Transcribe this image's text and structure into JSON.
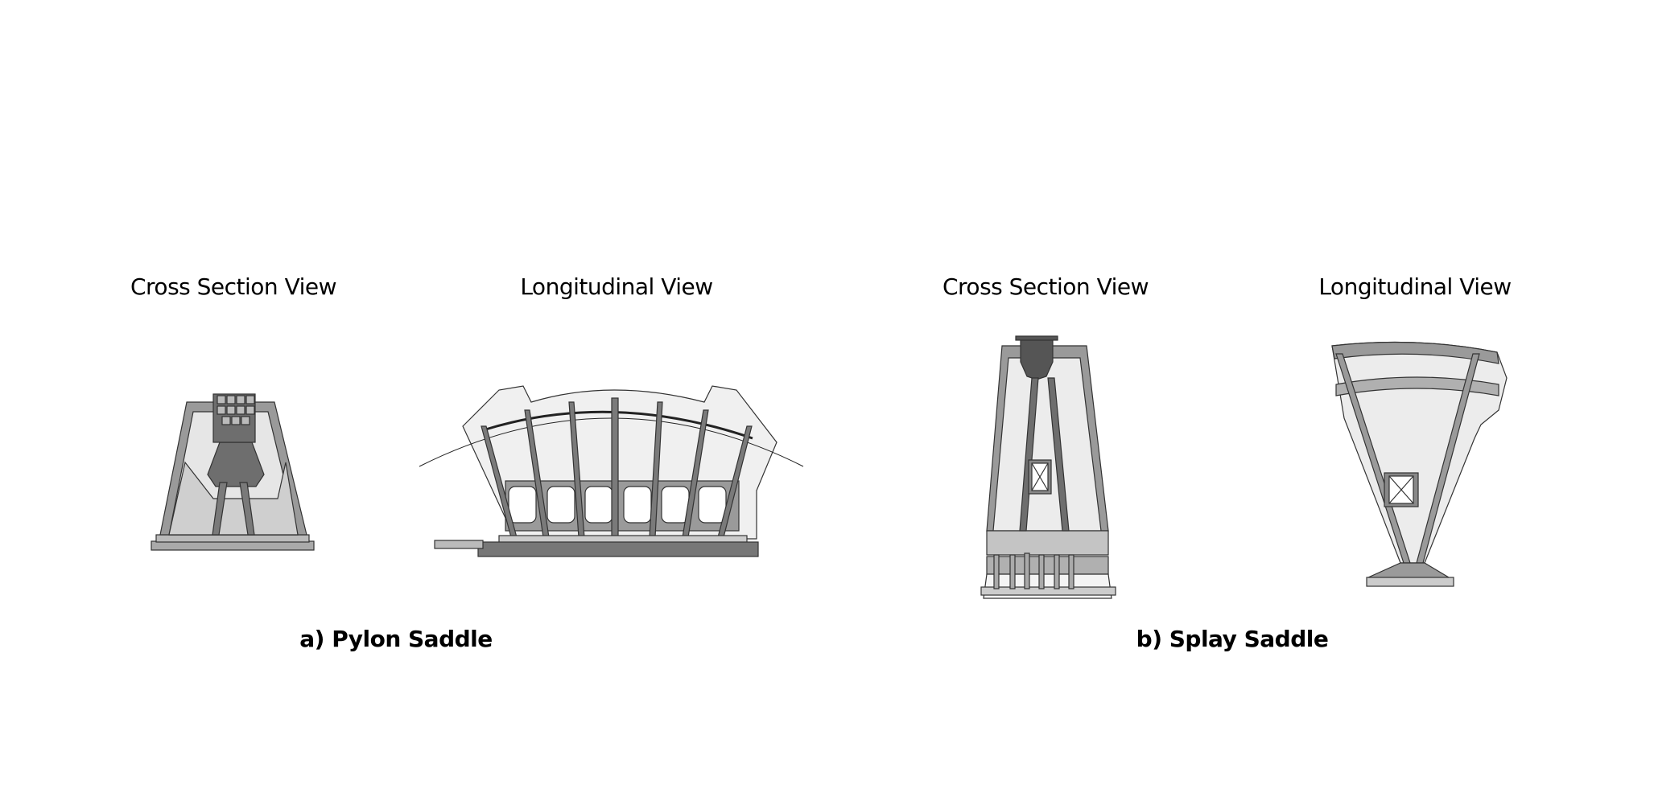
{
  "panels": [
    {
      "caption": "a) Pylon Saddle",
      "views": [
        {
          "label": "Cross Section View"
        },
        {
          "label": "Longitudinal View"
        }
      ]
    },
    {
      "caption": "b) Splay Saddle",
      "views": [
        {
          "label": "Cross Section View"
        },
        {
          "label": "Longitudinal View"
        }
      ]
    }
  ],
  "colors": {
    "steel_dark": "#6e6e6e",
    "steel_mid": "#9a9a9a",
    "steel_light": "#cfcfcf",
    "fill_pale": "#ececec",
    "outline": "#333333"
  }
}
